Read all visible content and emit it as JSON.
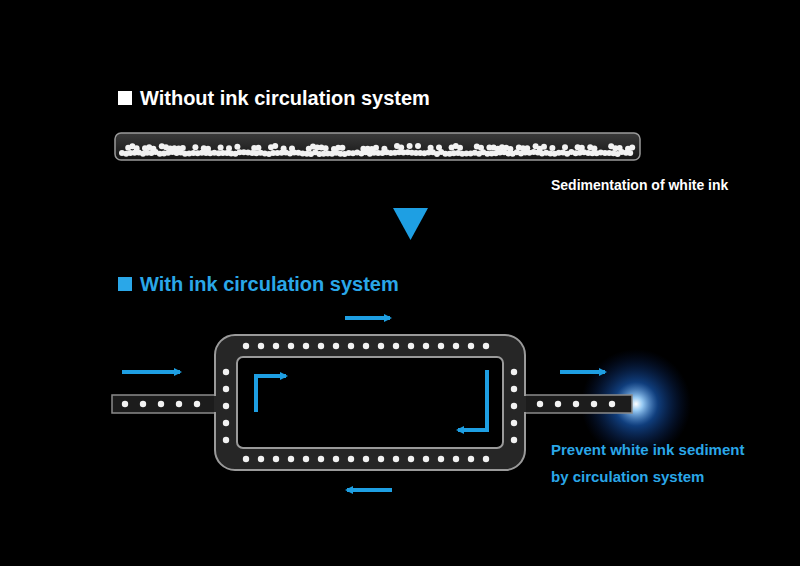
{
  "diagram": {
    "labels": [
      "Without ink circulation system",
      "Sedimentation of white ink",
      "With ink circulation system",
      "Prevent white ink sediment by circulation system"
    ]
  }
}
